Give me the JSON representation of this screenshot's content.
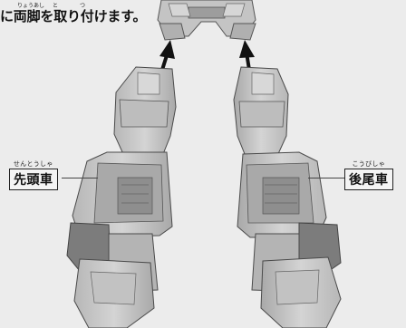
{
  "instruction": {
    "text": "に両脚を取り付けます。",
    "ruby": [
      {
        "reading": "りょうあし",
        "target": "両脚"
      },
      {
        "reading": "と",
        "target": "取"
      },
      {
        "reading": "つ",
        "target": "付"
      }
    ]
  },
  "labels": {
    "front_car": {
      "ruby": "せんとうしゃ",
      "text": "先頭車"
    },
    "rear_car": {
      "ruby": "こうびしゃ",
      "text": "後尾車"
    }
  },
  "colors": {
    "ink": "#111111",
    "paper": "#ececec",
    "part_fill": "#c9c9c9",
    "part_shadow": "#8f8f8f"
  }
}
